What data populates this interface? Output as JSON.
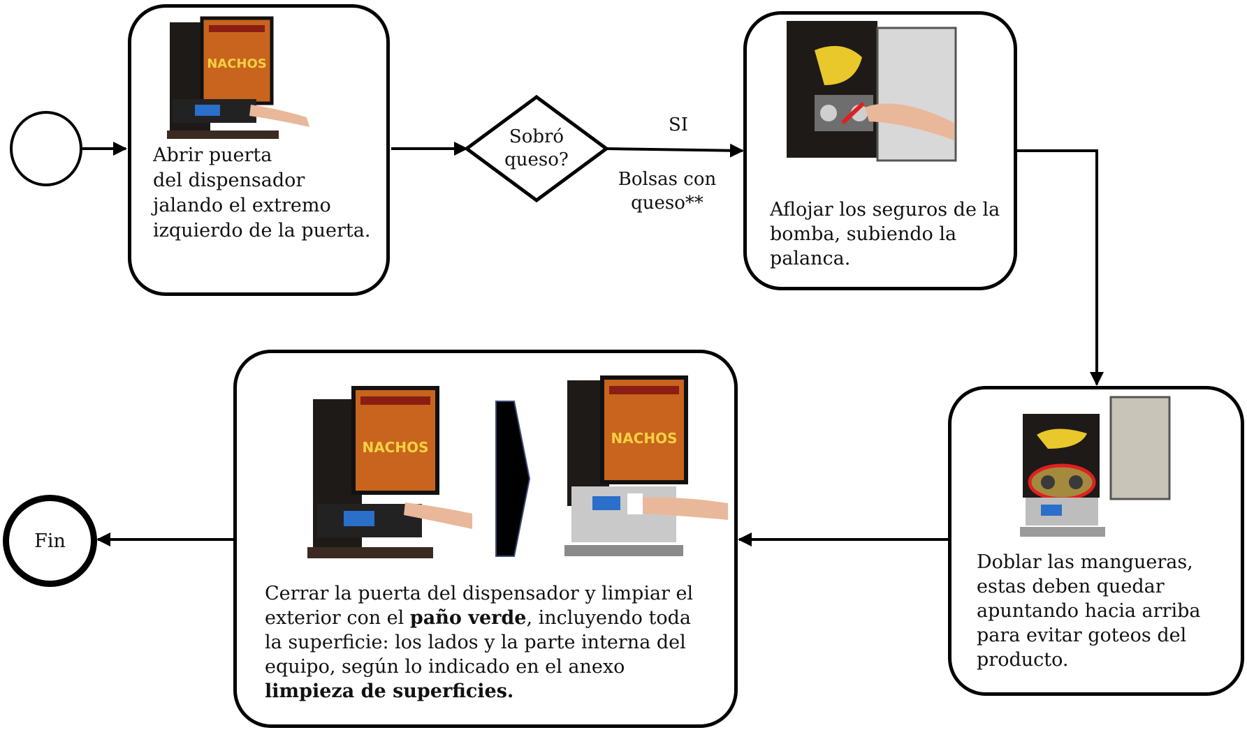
{
  "start": {
    "label": ""
  },
  "step1": {
    "text": "Abrir puerta del dispensador jalando el extremo izquierdo de la puerta.",
    "lines": [
      "Abrir puerta",
      "del dispensador",
      "jalando el extremo",
      "izquierdo de la puerta."
    ]
  },
  "decision": {
    "lines": [
      "Sobró",
      "queso?"
    ],
    "yes_label": "SI",
    "branch_note": [
      "Bolsas con",
      "queso**"
    ]
  },
  "step2": {
    "lines": [
      "Aflojar los seguros de la",
      "bomba, subiendo la",
      "palanca."
    ]
  },
  "step3": {
    "lines": [
      "Doblar las mangueras,",
      "estas deben quedar",
      "apuntando hacia arriba",
      "para evitar goteos del",
      "producto."
    ]
  },
  "step4": {
    "parts": [
      "Cerrar la puerta del dispensador y limpiar el exterior con el ",
      "paño verde",
      ", incluyendo toda la superficie:   los lados y la parte interna del equipo, según lo indicado en el anexo ",
      "limpieza de superficies."
    ]
  },
  "end": {
    "label": "Fin"
  },
  "photos": {
    "dispenser_sign": "NACHOS"
  },
  "colors": {
    "line": "#000000",
    "machine_body": "#1e1a18",
    "sign_orange": "#c8641e",
    "highlight_red": "#e02020",
    "bag_yellow": "#e8c82a"
  }
}
